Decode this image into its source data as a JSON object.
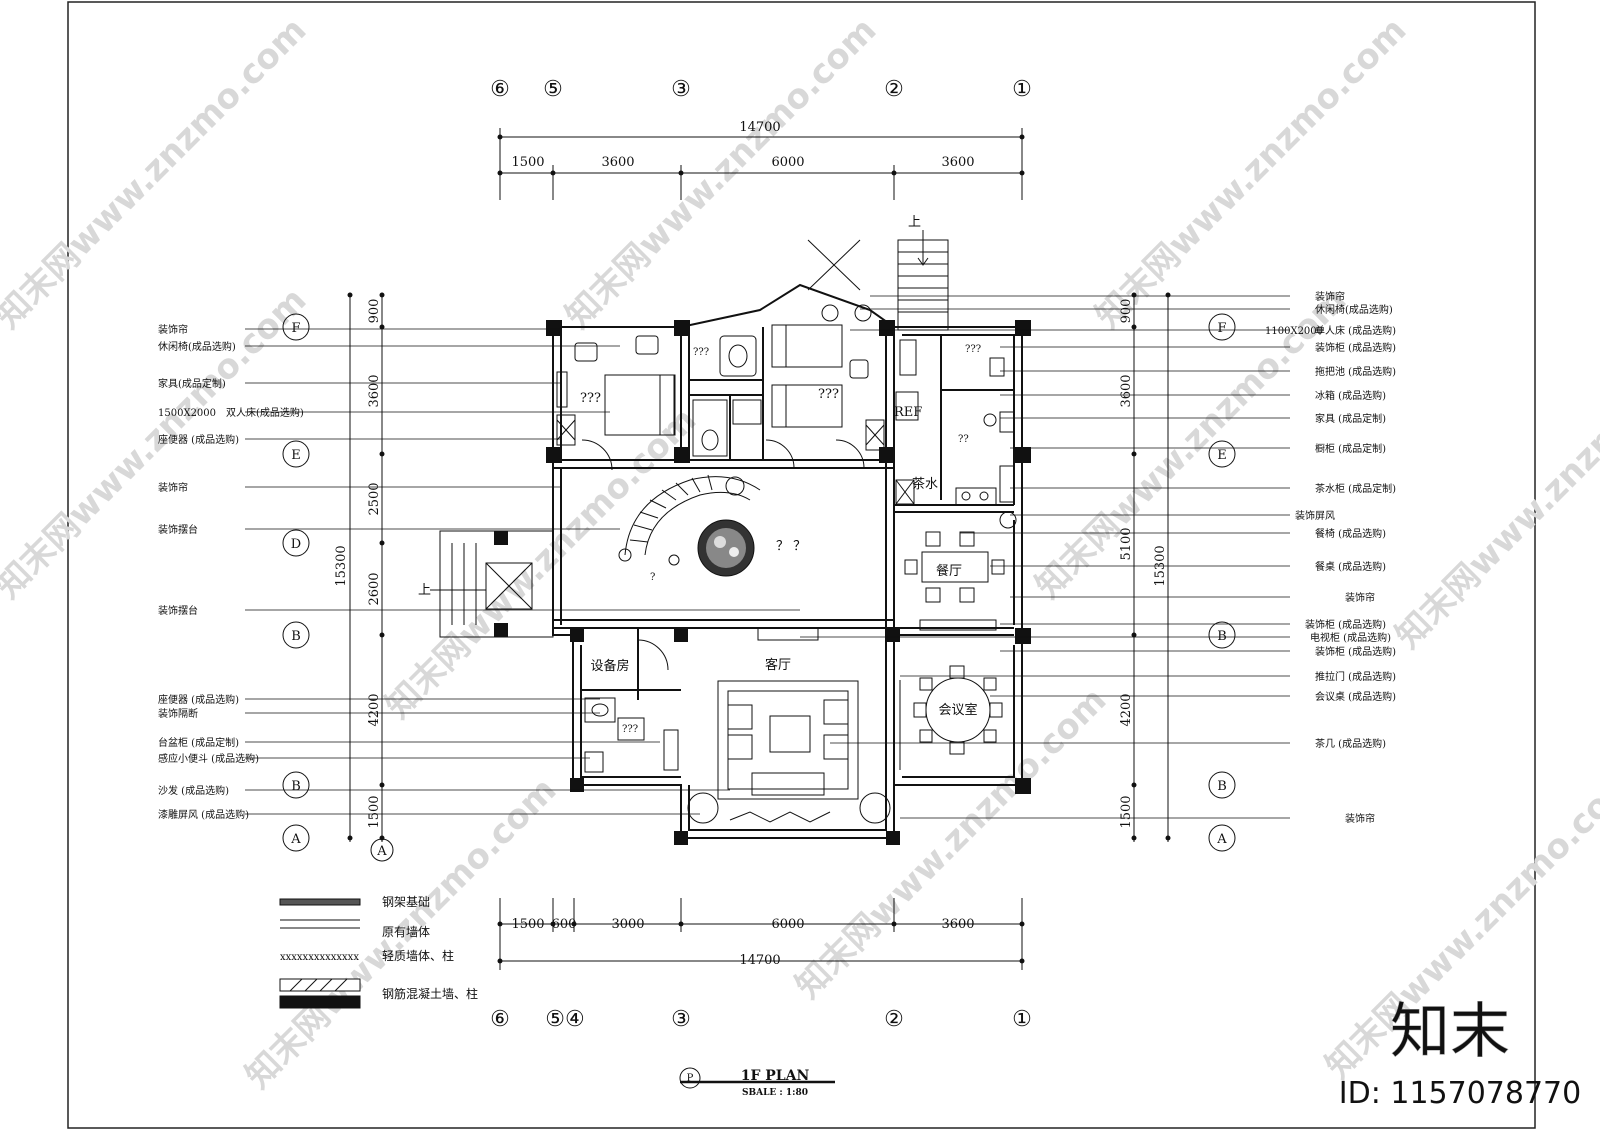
{
  "title": "1F PLAN",
  "scale": "SBALE : 1:80",
  "title_symbol": "P",
  "axes_top": [
    "⑥",
    "⑤",
    "③",
    "②",
    "①"
  ],
  "axes_bottom": [
    "⑥",
    "⑤④",
    "③",
    "②",
    "①"
  ],
  "axes_left": [
    "F",
    "E",
    "D",
    "B",
    "B",
    "A"
  ],
  "axes_right": [
    "F",
    "E",
    "B",
    "B",
    "A"
  ],
  "axis_left_small": "A",
  "dims_top_total": "14700",
  "dims_top": [
    "1500",
    "3600",
    "6000",
    "3600"
  ],
  "dims_bottom_total": "14700",
  "dims_bottom": [
    "1500",
    "600",
    "3000",
    "6000",
    "3600"
  ],
  "dims_left": [
    "900",
    "3600",
    "2500",
    "2600",
    "4200",
    "1500"
  ],
  "dims_left_total": "15300",
  "dims_right": [
    "900",
    "3600",
    "5100",
    "4200",
    "1500"
  ],
  "dims_right_total": "15300",
  "labels_left": [
    "装饰帘",
    "休闲椅(成品选购)",
    "家具(成品定制)",
    "1500X2000　双人床(成品选购)",
    "座便器 (成品选购)",
    "装饰帘",
    "装饰摆台",
    "装饰摆台",
    "座便器 (成品选购)",
    "装饰隔断",
    "台盆柜 (成品定制)",
    "感应小便斗 (成品选购)",
    "沙发 (成品选购)",
    "漆雕屏风 (成品选购)"
  ],
  "labels_right": [
    "装饰帘",
    "休闲椅(成品选购)",
    "单人床 (成品选购)",
    "装饰柜 (成品选购)",
    "拖把池 (成品选购)",
    "冰箱 (成品选购)",
    "家具 (成品定制)",
    "橱柜 (成品定制)",
    "茶水柜 (成品定制)",
    "装饰屏风",
    "餐椅 (成品选购)",
    "餐桌 (成品选购)",
    "装饰帘",
    "装饰柜 (成品选购)",
    "电视柜 (成品选购)",
    "装饰柜 (成品选购)",
    "推拉门 (成品选购)",
    "会议桌 (成品选购)",
    "茶几 (成品选购)",
    "装饰帘"
  ],
  "label_right_bed_size": "1100X2000",
  "rooms": {
    "living": "客厅",
    "dining": "餐厅",
    "meeting": "会议室",
    "equipment": "设备房",
    "tea": "茶水",
    "fridge": "REF",
    "unknown3": "???",
    "unknown2": "??",
    "unknown_qq": "？ ？",
    "unknown_q": "?"
  },
  "stair_up": "上",
  "legend": [
    "钢架基础",
    "原有墙体",
    "轻质墙体、柱",
    "钢筋混凝土墙、柱"
  ],
  "legend_xx": "xxxxxxxxxxxxxx",
  "watermark": "知末网www.znzmo.com",
  "brand": "知末",
  "brand_id": "ID: 1157078770"
}
